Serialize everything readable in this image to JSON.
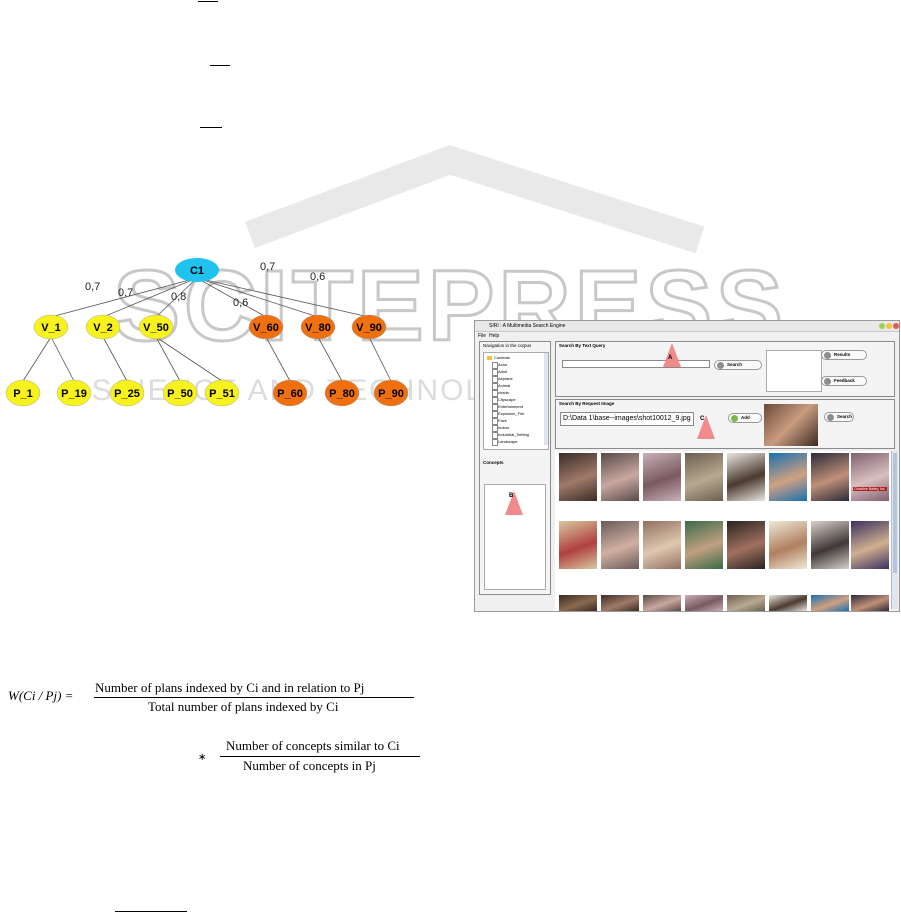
{
  "tree": {
    "root": "C1",
    "level1": [
      "V_1",
      "V_2",
      "V_50",
      "V_60",
      "V_80",
      "V_90"
    ],
    "level2": [
      "P_1",
      "P_19",
      "P_25",
      "P_50",
      "P_51",
      "P_60",
      "P_80",
      "P_90"
    ],
    "edge_labels": [
      "0,7",
      "0,7",
      "0,8",
      "0,6",
      "0,7",
      "0,6"
    ],
    "colors": {
      "root": "#1fc3ee",
      "yellow": "#f7f21d",
      "orange": "#f07010",
      "line": "#555555"
    }
  },
  "watermark": {
    "main": "SCITEPRESS",
    "sub": "SCIENCE AND TECHNOLOGY PUBLICATIONS"
  },
  "app": {
    "title": "SIRI : A Multimedia Search Engine",
    "menu": [
      "File",
      "Help"
    ],
    "nav_panel_title": "Navigation in the corpus",
    "root_folder": "Contents",
    "tree_items": [
      "Actor",
      "Adult",
      "Airplane",
      "Animal",
      "charts",
      "Cityscape",
      "Entertainment",
      "Explosion_Fire",
      "Face",
      "Indoor",
      "Industrial_Setting",
      "Landscape"
    ],
    "concepts_title": "Concepts",
    "text_query_title": "Search By Text Query",
    "search_label": "Search",
    "search_input_value": "",
    "results_label": "Results",
    "feedback_label": "Feedback",
    "image_query_title": "Search By Request Image",
    "image_path": "D:\\Data 1\\base--images\\shot10012_9.jpg",
    "add_label": "Add",
    "markers": [
      "A",
      "B",
      "C"
    ],
    "caption_thumb": "Christine Bailey, Inc."
  },
  "formula": {
    "lhs": "W(Ci / Pj) =",
    "num1": "Number of plans indexed by Ci and in relation to Pj",
    "den1": "Total number of plans indexed by Ci",
    "times": "∗",
    "num2": "Number of concepts similar to Ci",
    "den2": "Number of concepts in Pj"
  }
}
